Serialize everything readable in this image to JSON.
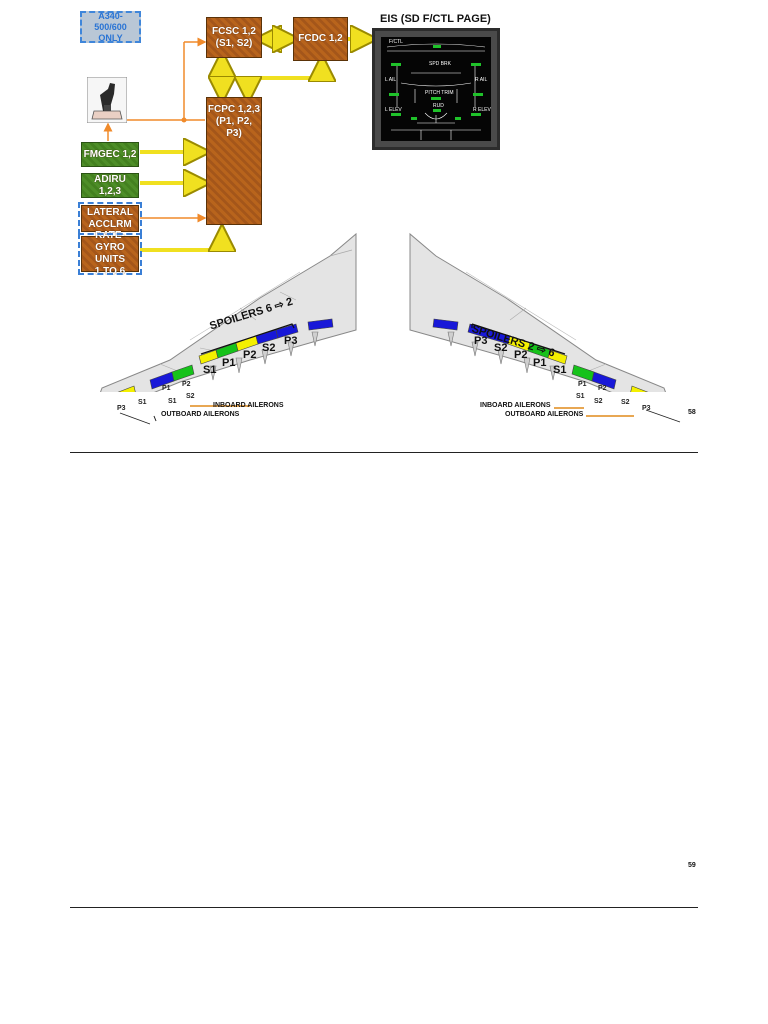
{
  "note": {
    "line1": "A340-500/600",
    "line2": "ONLY"
  },
  "boxes": {
    "fcsc": {
      "line1": "FCSC 1,2",
      "line2": "(S1, S2)"
    },
    "fcdc": {
      "line1": "FCDC 1,2"
    },
    "fcpc": {
      "line1": "FCPC 1,2,3",
      "line2": "(P1, P2, P3)"
    },
    "fmgec": {
      "line1": "FMGEC 1,2"
    },
    "adiru": {
      "line1": "ADIRU 1,2,3"
    },
    "lateral": {
      "line1": "LATERAL",
      "line2": "ACCLRM"
    },
    "rategyro": {
      "line1": "RATE-GYRO",
      "line2": "UNITS",
      "line3": "1 TO 6"
    }
  },
  "eis": {
    "title": "EIS (SD F/CTL PAGE)",
    "header": "F/CTL",
    "spd_brk": "SPD BRK",
    "pitch_trim": "PITCH TRIM",
    "rud": "RUD",
    "ail_l": "L AIL",
    "ail_r": "R AIL",
    "elev_l": "L ELEV",
    "elev_r": "R ELEV"
  },
  "left_wing": {
    "spoilers_label": "SPOILERS 6 ⇨ 2",
    "spoilers": [
      "S1",
      "P1",
      "P2",
      "S2",
      "P3"
    ],
    "inboard_label": "INBOARD AILERONS",
    "outboard_label": "OUTBOARD AILERONS",
    "inb_top": [
      "P1",
      "P2"
    ],
    "inb_bot": [
      "S1",
      "S2"
    ],
    "outb": [
      "P3",
      "S1"
    ]
  },
  "right_wing": {
    "spoilers_label": "SPOILERS 2 ⇨ 6",
    "spoilers": [
      "P3",
      "S2",
      "P2",
      "P1",
      "S1"
    ],
    "inboard_label": "INBOARD AILERONS",
    "outboard_label": "OUTBOARD AILERONS",
    "inb_top": [
      "P1",
      "P2"
    ],
    "inb_bot": [
      "S1",
      "S2"
    ],
    "outb": [
      "S2",
      "P3"
    ]
  },
  "page_numbers": {
    "first": "58",
    "second": "59"
  },
  "colors": {
    "hydraulic_green": "#16c21a",
    "hydraulic_blue": "#1818d8",
    "hydraulic_yellow": "#f4f000",
    "computer_box": "#b8641c",
    "data_arrow": "#f0e020",
    "orange_link": "#f08a2a"
  }
}
